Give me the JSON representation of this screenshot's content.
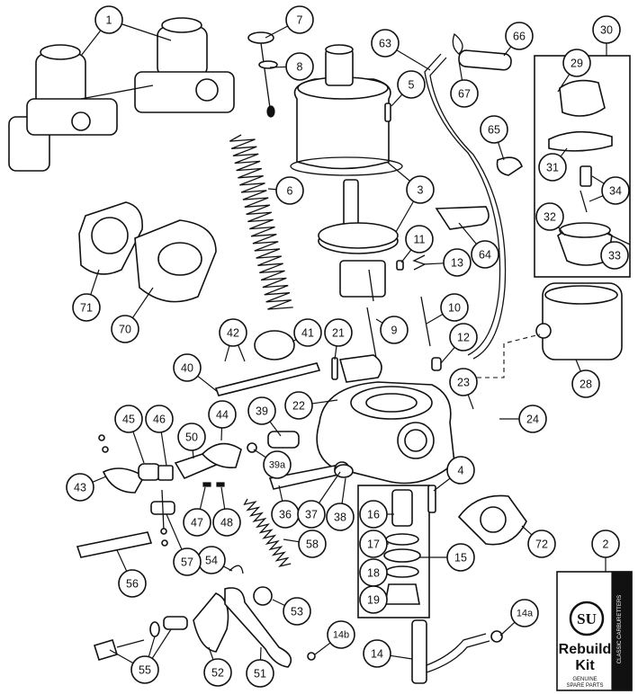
{
  "diagram": {
    "kit_box": {
      "logo": "SU",
      "brand_arc": "CLASSIC CARBURETTERS",
      "title_line1": "Rebuild",
      "title_line2": "Kit",
      "footer_line1": "GENUINE",
      "footer_line2": "SPARE PARTS"
    },
    "callouts": [
      {
        "label": "1"
      },
      {
        "label": "2"
      },
      {
        "label": "3"
      },
      {
        "label": "4"
      },
      {
        "label": "5"
      },
      {
        "label": "6"
      },
      {
        "label": "7"
      },
      {
        "label": "8"
      },
      {
        "label": "9"
      },
      {
        "label": "10"
      },
      {
        "label": "11"
      },
      {
        "label": "12"
      },
      {
        "label": "13"
      },
      {
        "label": "14"
      },
      {
        "label": "14a"
      },
      {
        "label": "14b"
      },
      {
        "label": "15"
      },
      {
        "label": "16"
      },
      {
        "label": "17"
      },
      {
        "label": "18"
      },
      {
        "label": "19"
      },
      {
        "label": "21"
      },
      {
        "label": "22"
      },
      {
        "label": "23"
      },
      {
        "label": "24"
      },
      {
        "label": "28"
      },
      {
        "label": "29"
      },
      {
        "label": "30"
      },
      {
        "label": "31"
      },
      {
        "label": "32"
      },
      {
        "label": "33"
      },
      {
        "label": "34"
      },
      {
        "label": "36"
      },
      {
        "label": "37"
      },
      {
        "label": "38"
      },
      {
        "label": "39"
      },
      {
        "label": "39a"
      },
      {
        "label": "40"
      },
      {
        "label": "41"
      },
      {
        "label": "42"
      },
      {
        "label": "43"
      },
      {
        "label": "44"
      },
      {
        "label": "45"
      },
      {
        "label": "46"
      },
      {
        "label": "47"
      },
      {
        "label": "48"
      },
      {
        "label": "50"
      },
      {
        "label": "51"
      },
      {
        "label": "52"
      },
      {
        "label": "53"
      },
      {
        "label": "54"
      },
      {
        "label": "55"
      },
      {
        "label": "56"
      },
      {
        "label": "57"
      },
      {
        "label": "58"
      },
      {
        "label": "63"
      },
      {
        "label": "64"
      },
      {
        "label": "65"
      },
      {
        "label": "66"
      },
      {
        "label": "67"
      },
      {
        "label": "70"
      },
      {
        "label": "71"
      },
      {
        "label": "72"
      }
    ]
  }
}
